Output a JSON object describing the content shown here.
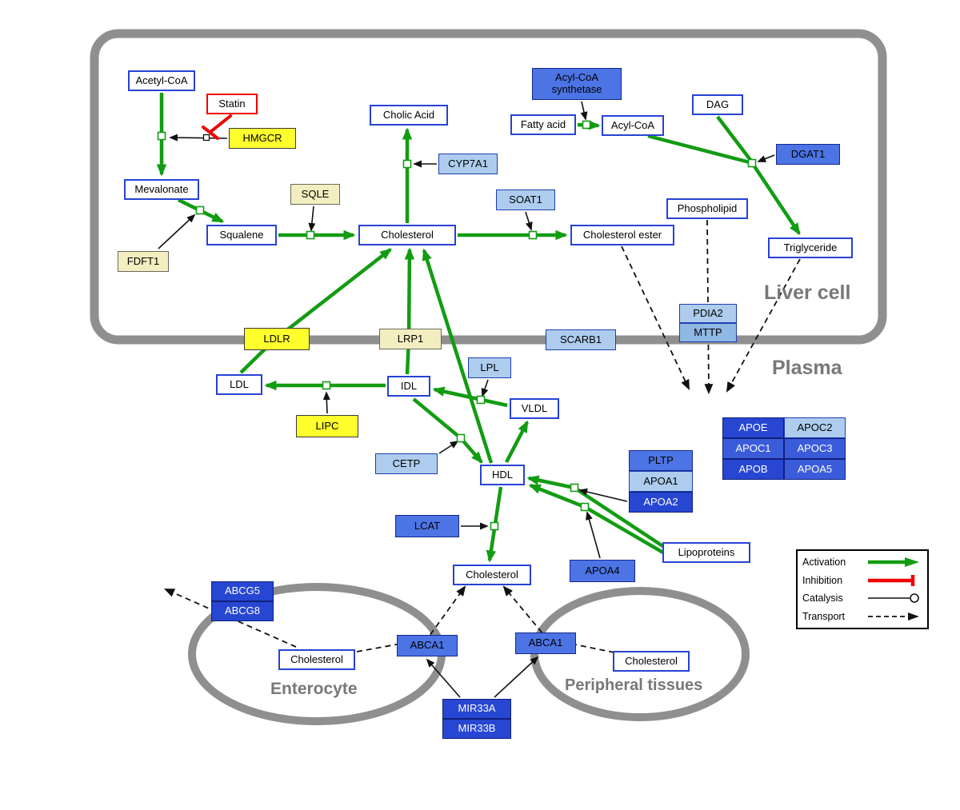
{
  "compartments": {
    "liver": "Liver cell",
    "plasma": "Plasma",
    "enterocyte": "Enterocyte",
    "peripheral": "Peripheral tissues"
  },
  "nodes": {
    "acetylcoa": "Acetyl-CoA",
    "statin": "Statin",
    "hmgcr": "HMGCR",
    "mevalonate": "Mevalonate",
    "sqle": "SQLE",
    "fdft1": "FDFT1",
    "squalene": "Squalene",
    "cholesterol_liver": "Cholesterol",
    "cholic_acid": "Cholic Acid",
    "cyp7a1": "CYP7A1",
    "soat1": "SOAT1",
    "cholesterol_ester": "Cholesterol ester",
    "acyl_coa_synthetase": "Acyl-CoA synthetase",
    "fatty_acid": "Fatty acid",
    "acyl_coa": "Acyl-CoA",
    "dag": "DAG",
    "dgat1": "DGAT1",
    "phospholipid": "Phospholipid",
    "triglyceride": "Triglyceride",
    "pdia2": "PDIA2",
    "mttp": "MTTP",
    "ldlr": "LDLR",
    "lrp1": "LRP1",
    "scarb1": "SCARB1",
    "ldl": "LDL",
    "idl": "IDL",
    "lpl": "LPL",
    "vldl": "VLDL",
    "lipc": "LIPC",
    "cetp": "CETP",
    "hdl": "HDL",
    "pltp": "PLTP",
    "apoa1": "APOA1",
    "apoa2": "APOA2",
    "lcat": "LCAT",
    "apoa4": "APOA4",
    "lipoproteins": "Lipoproteins",
    "apoe": "APOE",
    "apoc2": "APOC2",
    "apoc1": "APOC1",
    "apoc3": "APOC3",
    "apob": "APOB",
    "apoa5": "APOA5",
    "cholesterol_plasma": "Cholesterol",
    "abcg5": "ABCG5",
    "abcg8": "ABCG8",
    "cholesterol_enterocyte": "Cholesterol",
    "abca1_left": "ABCA1",
    "abca1_right": "ABCA1",
    "cholesterol_peripheral": "Cholesterol",
    "mir33a": "MIR33A",
    "mir33b": "MIR33B"
  },
  "legend": {
    "activation": "Activation",
    "inhibition": "Inhibition",
    "catalysis": "Catalysis",
    "transport": "Transport"
  },
  "colors": {
    "activation_green": "#129c12",
    "inhibition_red": "#ff0000",
    "compartment_gray": "#8f8f8f",
    "metabolite_border_blue": "#2742d6",
    "enzyme_yellow": "#ffff2e",
    "gene_blue": "#2746d2"
  }
}
